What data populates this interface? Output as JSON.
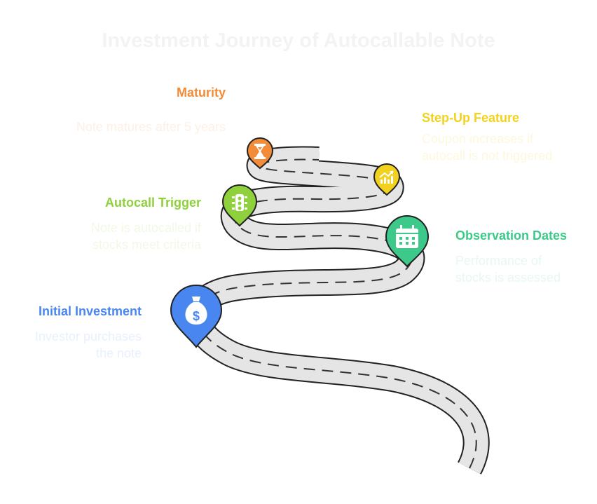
{
  "title": "Investment Journey of Autocallable Note",
  "colors": {
    "road": "#e5e5e5",
    "road_edge": "#222222",
    "maturity": "#f28c38",
    "step_up": "#f2d21e",
    "autocall": "#8ed13c",
    "observation": "#3cc98a",
    "initial": "#4a86f0"
  },
  "milestones": [
    {
      "key": "maturity",
      "label": "Maturity",
      "description": [
        "Note matures after 5 years"
      ],
      "icon": "hourglass-icon"
    },
    {
      "key": "step_up",
      "label": "Step-Up Feature",
      "description": [
        "Coupon increases if",
        "autocall is not triggered"
      ],
      "icon": "chart-up-icon"
    },
    {
      "key": "autocall",
      "label": "Autocall Trigger",
      "description": [
        "Note is autocalled if",
        "stocks meet criteria"
      ],
      "icon": "traffic-light-icon"
    },
    {
      "key": "observation",
      "label": "Observation Dates",
      "description": [
        "Performance of",
        "stocks is assessed"
      ],
      "icon": "calendar-icon"
    },
    {
      "key": "initial",
      "label": "Initial Investment",
      "description": [
        "Investor purchases",
        "the note"
      ],
      "icon": "money-bag-icon"
    }
  ]
}
